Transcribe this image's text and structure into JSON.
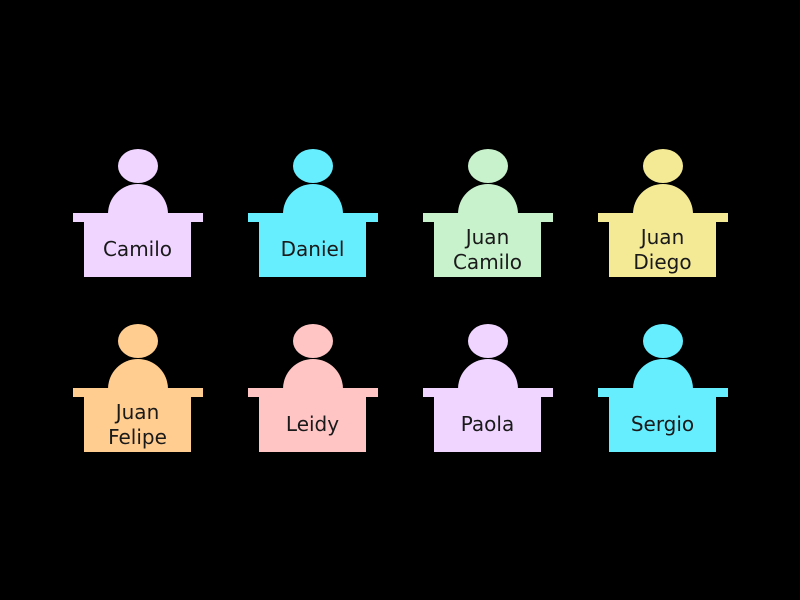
{
  "seats": [
    {
      "name": "Camilo",
      "color": "#EFD5FF"
    },
    {
      "name": "Daniel",
      "color": "#66EEFF"
    },
    {
      "name": "Juan\nCamilo",
      "color": "#C8F2CC"
    },
    {
      "name": "Juan\nDiego",
      "color": "#F4EA96"
    },
    {
      "name": "Juan\nFelipe",
      "color": "#FFCD90"
    },
    {
      "name": "Leidy",
      "color": "#FFC5C5"
    },
    {
      "name": "Paola",
      "color": "#EFD5FF"
    },
    {
      "name": "Sergio",
      "color": "#66EEFF"
    }
  ]
}
